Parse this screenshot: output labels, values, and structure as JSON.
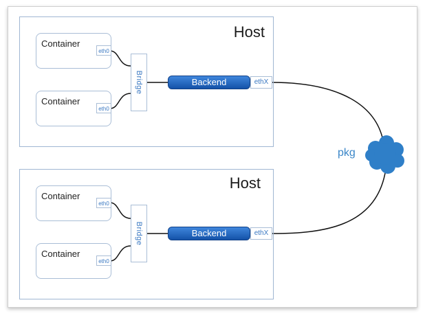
{
  "hosts": [
    {
      "label": "Host",
      "containers": [
        {
          "label": "Container",
          "eth_label": "eth0"
        },
        {
          "label": "Container",
          "eth_label": "eth0"
        }
      ],
      "bridge_label": "Bridge",
      "backend_label": "Backend",
      "ethx_label": "ethX"
    },
    {
      "label": "Host",
      "containers": [
        {
          "label": "Container",
          "eth_label": "eth0"
        },
        {
          "label": "Container",
          "eth_label": "eth0"
        }
      ],
      "bridge_label": "Bridge",
      "backend_label": "Backend",
      "ethx_label": "ethX"
    }
  ],
  "network": {
    "label": "pkg",
    "icon": "cloud-icon"
  },
  "colors": {
    "border": "#9fb6d2",
    "accent_text": "#3a78c2",
    "backend": "#1f66c4",
    "cloud": "#2f7fc8"
  }
}
